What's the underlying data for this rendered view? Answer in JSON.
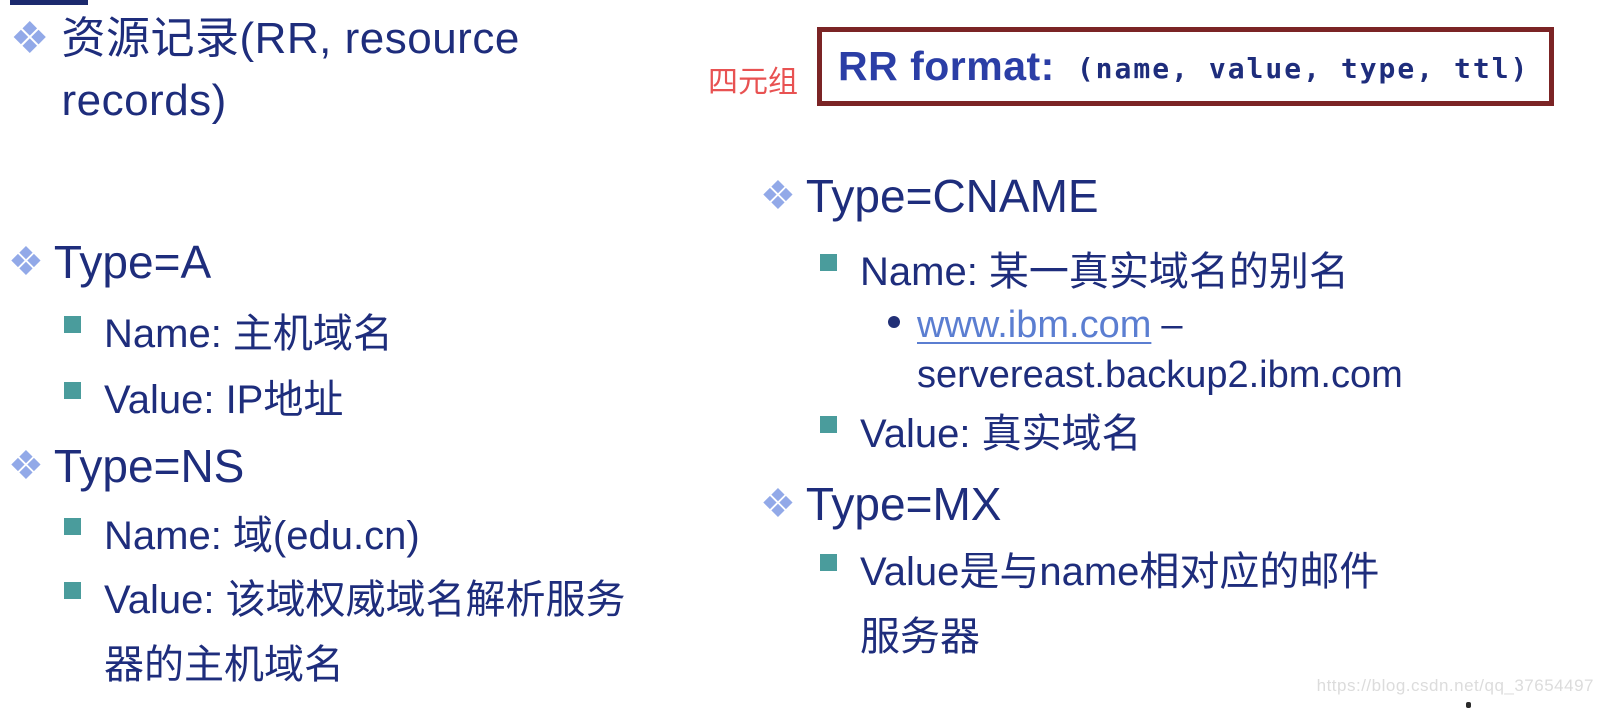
{
  "icons": {
    "diamond_bullet": "❖"
  },
  "title": {
    "line1": "资源记录(RR, resource",
    "line2": "records)"
  },
  "rr_box": {
    "side_label": "四元组",
    "heading": "RR format:",
    "tuple": "(name, value, type, ttl)"
  },
  "sections": {
    "type_a": {
      "heading": "Type=A",
      "name": "Name: 主机域名",
      "value": "Value: IP地址"
    },
    "type_ns": {
      "heading": "Type=NS",
      "name": "Name: 域(edu.cn)",
      "value_line1": "Value: 该域权威域名解析服务",
      "value_line2": "器的主机域名"
    },
    "type_cname": {
      "heading": "Type=CNAME",
      "name": "Name: 某一真实域名的别名",
      "example_link": "www.ibm.com",
      "example_dash": "–",
      "example_target": "servereast.backup2.ibm.com",
      "value": "Value: 真实域名"
    },
    "type_mx": {
      "heading": "Type=MX",
      "value_line1": "Value是与name相对应的邮件",
      "value_line2": "服务器"
    }
  },
  "watermark": "https://blog.csdn.net/qq_37654497",
  "colors": {
    "text_navy": "#1e2d7c",
    "diamond_blue": "#92a9e8",
    "square_teal": "#4a9c9c",
    "link_blue": "#5b7ed1",
    "label_red": "#e85252",
    "box_border_maroon": "#7b2425",
    "rr_heading_blue": "#2b3ea6",
    "watermark_gray": "#dcdcdc"
  }
}
